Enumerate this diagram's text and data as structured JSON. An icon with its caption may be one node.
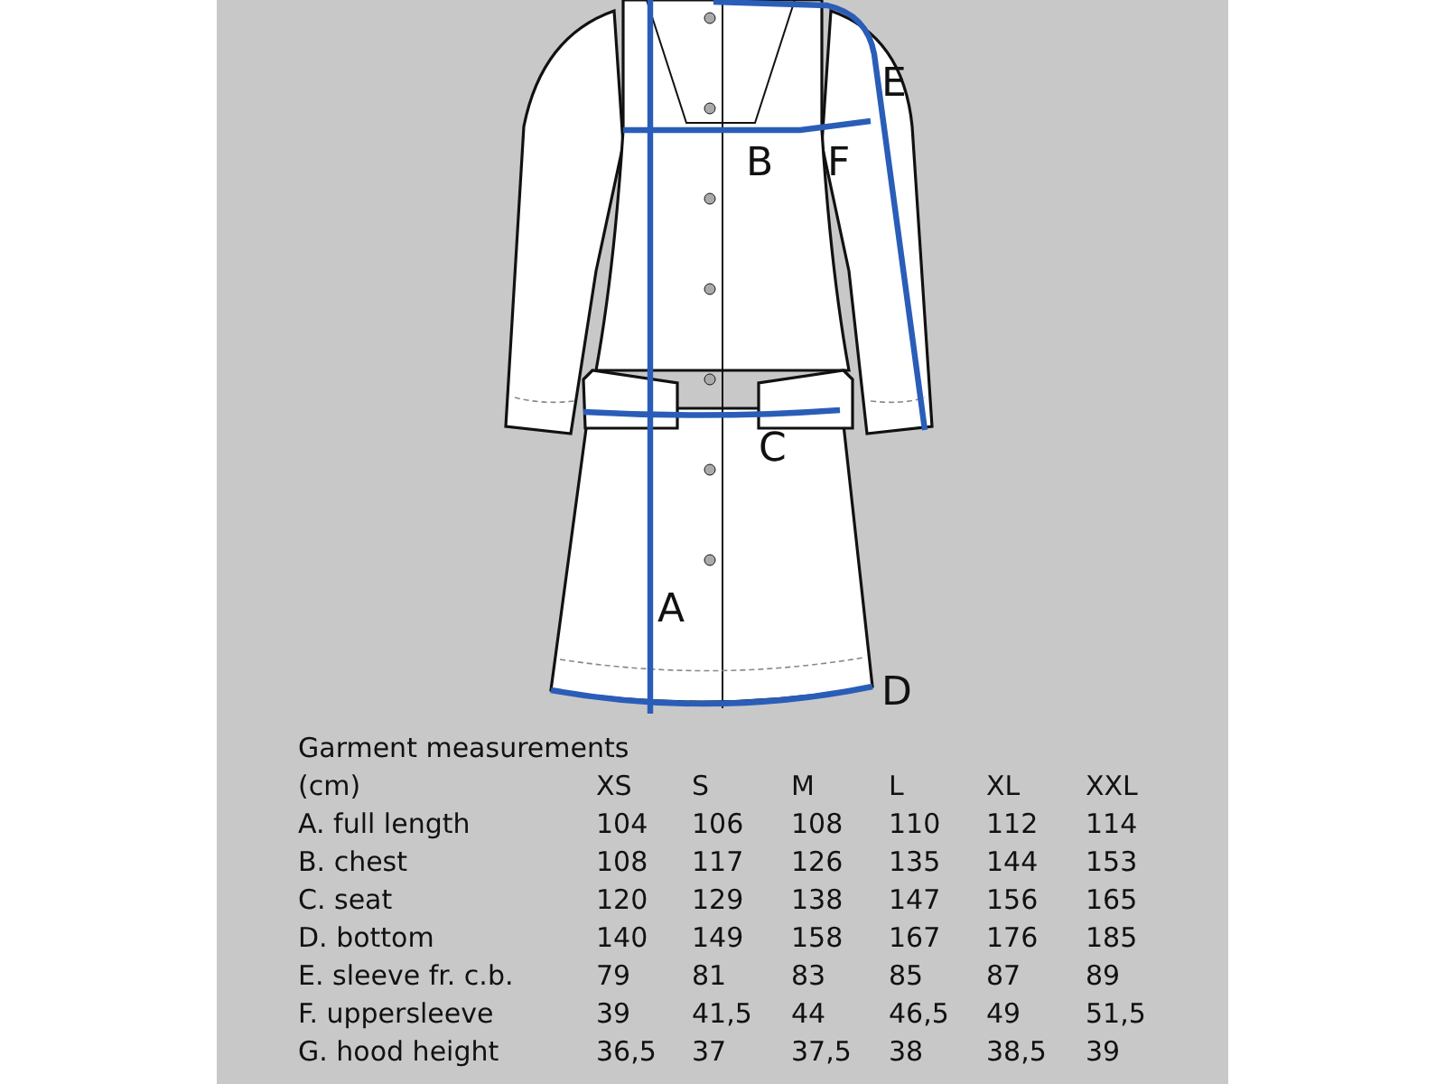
{
  "diagram": {
    "title": "Garment measurements",
    "labels": [
      "E",
      "B",
      "F",
      "C",
      "A",
      "D",
      "(cm)",
      "XS",
      "S",
      "M",
      "L",
      "XL",
      "XXL",
      "A. full length",
      "104",
      "106",
      "108",
      "110",
      "112",
      "114",
      "B. chest",
      "108",
      "117",
      "126",
      "135",
      "144",
      "153",
      "C. seat",
      "120",
      "129",
      "138",
      "147",
      "156",
      "165",
      "D. bottom",
      "140",
      "149",
      "158",
      "167",
      "176",
      "185",
      "E. sleeve fr. c.b.",
      "79",
      "81",
      "83",
      "85",
      "87",
      "89",
      "F. uppersleeve",
      "39",
      "41,5",
      "44",
      "46,5",
      "49",
      "51,5",
      "G. hood height",
      "36,5",
      "37",
      "37,5",
      "38",
      "38,5",
      "39"
    ]
  }
}
